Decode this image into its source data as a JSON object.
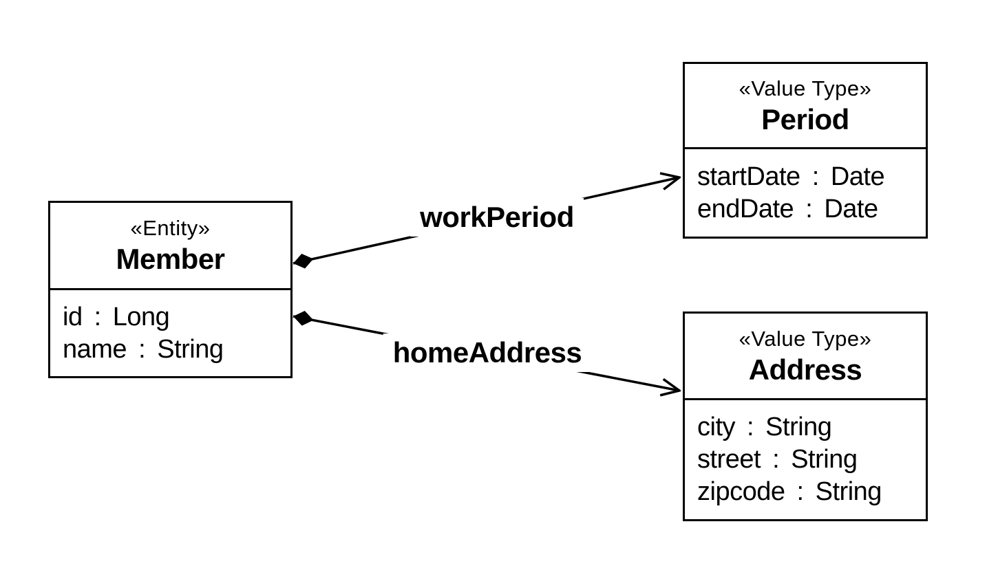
{
  "diagram": {
    "type": "uml-class-diagram",
    "colors": {
      "stroke": "#000000",
      "text": "#000000",
      "background": "#ffffff"
    },
    "classes": [
      {
        "id": "member",
        "stereotype": "«Entity»",
        "name": "Member",
        "attributes": [
          "id : Long",
          "name : String"
        ]
      },
      {
        "id": "period",
        "stereotype": "«Value Type»",
        "name": "Period",
        "attributes": [
          "startDate : Date",
          "endDate : Date"
        ]
      },
      {
        "id": "address",
        "stereotype": "«Value Type»",
        "name": "Address",
        "attributes": [
          "city : String",
          "street : String",
          "zipcode : String"
        ]
      }
    ],
    "associations": [
      {
        "label": "workPeriod",
        "from": "Member",
        "to": "Period",
        "kind": "composition",
        "source_marker": "filled-diamond",
        "target_marker": "open-arrow"
      },
      {
        "label": "homeAddress",
        "from": "Member",
        "to": "Address",
        "kind": "composition",
        "source_marker": "filled-diamond",
        "target_marker": "open-arrow"
      }
    ]
  }
}
